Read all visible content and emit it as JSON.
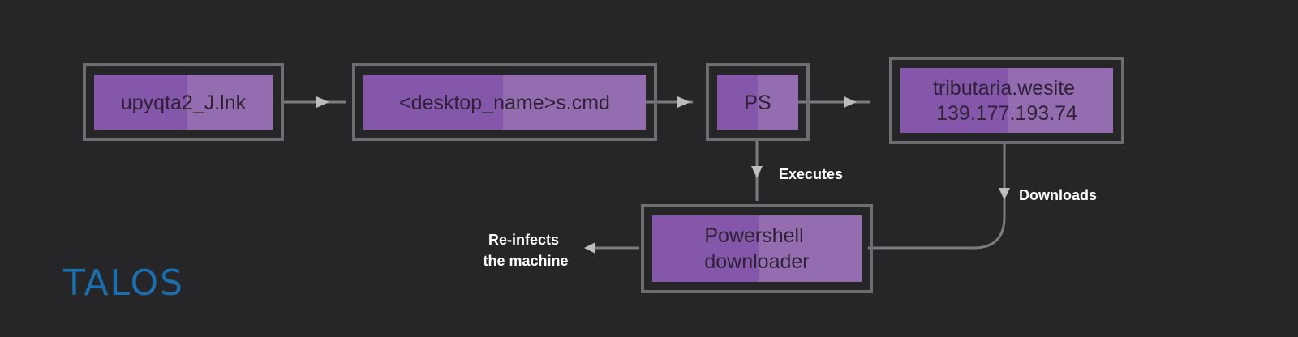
{
  "colors": {
    "background": "#262628",
    "frame": "#6e6e72",
    "fill_left": "#8557aa",
    "fill_right": "#946cb0",
    "connector": "#7c7c80",
    "label": "#ffffff",
    "logo": "#1b6fae"
  },
  "nodes": {
    "lnk": {
      "lines": [
        "upyqta2_J.lnk"
      ]
    },
    "cmd": {
      "lines": [
        "<desktop_name>s.cmd"
      ]
    },
    "ps": {
      "lines": [
        "PS"
      ]
    },
    "site": {
      "lines": [
        "tributaria.wesite",
        "139.177.193.74"
      ]
    },
    "downloader": {
      "lines": [
        "Powershell",
        "downloader"
      ]
    }
  },
  "edges": {
    "executes": "Executes",
    "downloads": "Downloads",
    "reinfects": [
      "Re-infects",
      "the machine"
    ]
  },
  "logo": "TALOS"
}
